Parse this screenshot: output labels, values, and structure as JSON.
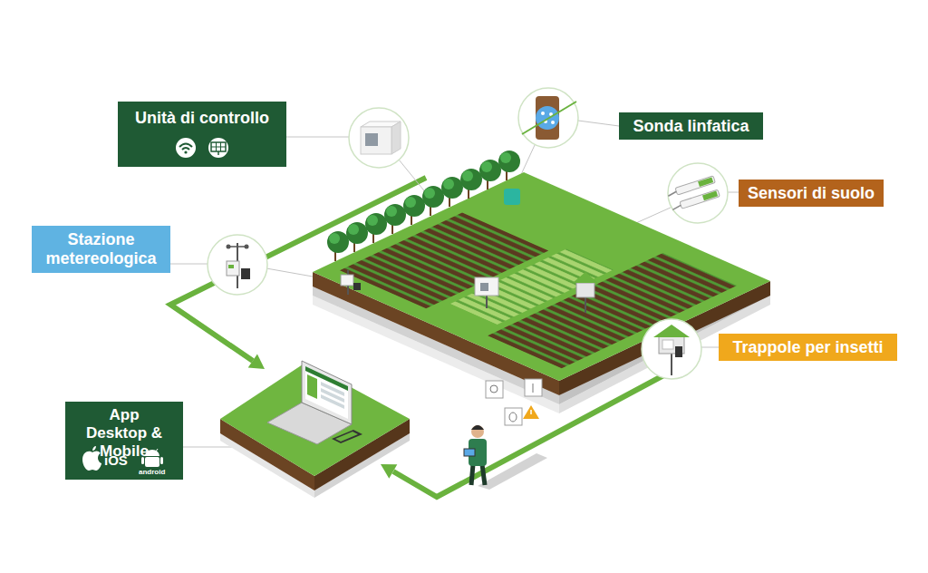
{
  "diagram": {
    "nodes": [
      {
        "text": [
          "Unità di controllo"
        ]
      },
      {
        "text": [
          "Sonda linfatica"
        ]
      },
      {
        "text": [
          "Sensori di suolo"
        ]
      },
      {
        "text": [
          "Stazione metereologica"
        ]
      },
      {
        "text": [
          "Trappole per insetti"
        ]
      },
      {
        "text": [
          "App Desktop & Mobile",
          "iOS",
          "android"
        ]
      }
    ]
  }
}
